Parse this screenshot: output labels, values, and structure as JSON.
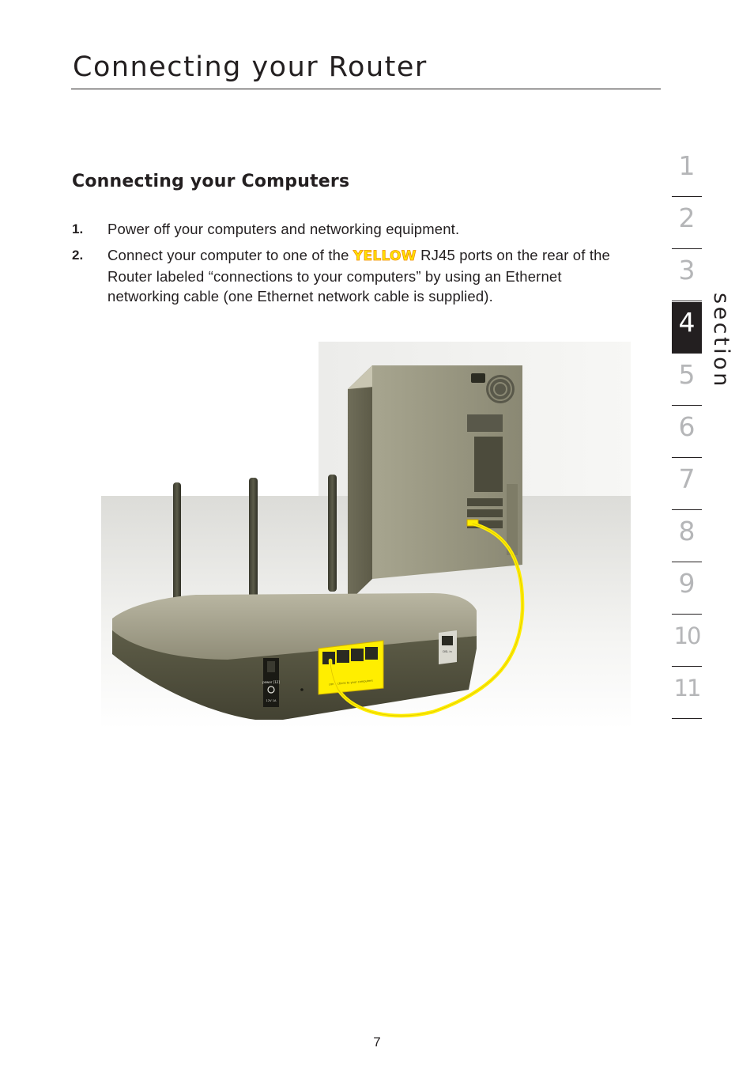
{
  "header": {
    "title": "Connecting your Router"
  },
  "section": {
    "heading": "Connecting your Computers",
    "steps": [
      {
        "number": "1.",
        "text": "Power off your computers and networking equipment."
      },
      {
        "number": "2.",
        "text_before": "Connect your computer to one of the",
        "highlight": "YELLOW",
        "text_after": "RJ45 ports on the rear of the Router labeled “connections to your computers” by using an Ethernet networking cable (one Ethernet network cable is supplied)."
      }
    ]
  },
  "sidebar": {
    "label": "section",
    "items": [
      "1",
      "2",
      "3",
      "4",
      "5",
      "6",
      "7",
      "8",
      "9",
      "10",
      "11"
    ],
    "active": "4"
  },
  "figure": {
    "router_labels": {
      "power_label": "power [12]",
      "power_rating": "12V 1A",
      "ports_label": "connections to your computers",
      "modem_label": "DSL in"
    },
    "colors": {
      "cable": "#ffee00",
      "router_body": "#5a5a45",
      "computer_body": "#7d7b68"
    }
  },
  "footer": {
    "page_number": "7"
  }
}
